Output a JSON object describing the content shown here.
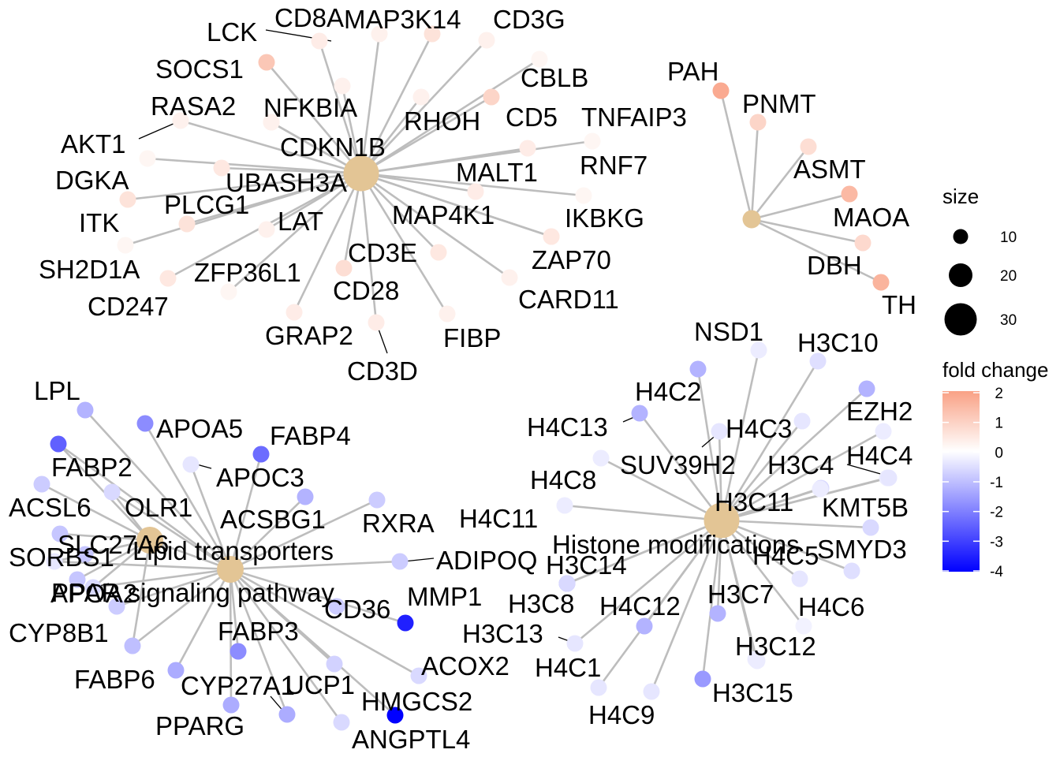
{
  "colors": {
    "edge": "#bdbdbd",
    "hub": "#e3c595",
    "scale_low": "#0000ff",
    "scale_mid": "#ffffff",
    "scale_high": "#f9a185"
  },
  "nodes": [
    {
      "id": "tcr",
      "label": "",
      "hub": true,
      "size": 30
    },
    {
      "id": "cat",
      "label": "",
      "hub": true,
      "size": 10
    },
    {
      "id": "lip",
      "label": "Lipid transporters",
      "hub": true,
      "size": 20
    },
    {
      "id": "ppar",
      "label": "PPAR signaling pathway",
      "hub": true,
      "size": 20
    },
    {
      "id": "hist",
      "label": "Histone modifications",
      "hub": true,
      "size": 30
    },
    {
      "id": "LCK",
      "label": "LCK",
      "fc": 0.4
    },
    {
      "id": "CD8A",
      "label": "CD8A",
      "fc": 0.3
    },
    {
      "id": "MAP3K14",
      "label": "MAP3K14",
      "fc": 0.6
    },
    {
      "id": "CD3G",
      "label": "CD3G",
      "fc": 0.3
    },
    {
      "id": "SOCS1",
      "label": "SOCS1",
      "fc": 1.2
    },
    {
      "id": "NFKBIA",
      "label": "NFKBIA",
      "fc": 0.3
    },
    {
      "id": "CBLB",
      "label": "CBLB",
      "fc": 0.2
    },
    {
      "id": "RASA2",
      "label": "RASA2",
      "fc": 0.3
    },
    {
      "id": "RHOH",
      "label": "RHOH",
      "fc": 0.3
    },
    {
      "id": "CD5",
      "label": "CD5",
      "fc": 0.9
    },
    {
      "id": "TNFAIP3",
      "label": "TNFAIP3",
      "fc": 0.4
    },
    {
      "id": "AKT1",
      "label": "AKT1",
      "fc": 0.3
    },
    {
      "id": "CDKN1B",
      "label": "CDKN1B",
      "fc": 0.3
    },
    {
      "id": "DGKA",
      "label": "DGKA",
      "fc": 0.2
    },
    {
      "id": "UBASH3A",
      "label": "UBASH3A",
      "fc": 0.5
    },
    {
      "id": "RNF7",
      "label": "RNF7",
      "fc": 0.2
    },
    {
      "id": "MALT1",
      "label": "MALT1",
      "fc": 0.4
    },
    {
      "id": "ITK",
      "label": "ITK",
      "fc": 0.6
    },
    {
      "id": "PLCG1",
      "label": "PLCG1",
      "fc": 0.6
    },
    {
      "id": "LAT",
      "label": "LAT",
      "fc": 0.3
    },
    {
      "id": "IKBKG",
      "label": "IKBKG",
      "fc": 0.2
    },
    {
      "id": "MAP4K1",
      "label": "MAP4K1",
      "fc": 0.5
    },
    {
      "id": "SH2D1A",
      "label": "SH2D1A",
      "fc": 0.2
    },
    {
      "id": "ZAP70",
      "label": "ZAP70",
      "fc": 0.5
    },
    {
      "id": "CD3E",
      "label": "CD3E",
      "fc": 0.5
    },
    {
      "id": "ZFP36L1",
      "label": "ZFP36L1",
      "fc": 0.2
    },
    {
      "id": "CD247",
      "label": "CD247",
      "fc": 0.5
    },
    {
      "id": "CD28",
      "label": "CD28",
      "fc": 0.7
    },
    {
      "id": "CARD11",
      "label": "CARD11",
      "fc": 0.3
    },
    {
      "id": "GRAP2",
      "label": "GRAP2",
      "fc": 0.4
    },
    {
      "id": "FIBP",
      "label": "FIBP",
      "fc": 0.3
    },
    {
      "id": "CD3D",
      "label": "CD3D",
      "fc": 0.4
    },
    {
      "id": "PAH",
      "label": "PAH",
      "fc": 1.8
    },
    {
      "id": "PNMT",
      "label": "PNMT",
      "fc": 0.9
    },
    {
      "id": "ASMT",
      "label": "ASMT",
      "fc": 0.7
    },
    {
      "id": "MAOA",
      "label": "MAOA",
      "fc": 1.5
    },
    {
      "id": "DBH",
      "label": "DBH",
      "fc": 0.8
    },
    {
      "id": "TH",
      "label": "TH",
      "fc": 1.6
    },
    {
      "id": "LPL",
      "label": "LPL",
      "fc": -1.2
    },
    {
      "id": "APOA5",
      "label": "APOA5",
      "fc": -1.8
    },
    {
      "id": "FABP4",
      "label": "FABP4",
      "fc": -2.3
    },
    {
      "id": "FABP2",
      "label": "FABP2",
      "fc": -2.5
    },
    {
      "id": "APOC3",
      "label": "APOC3",
      "fc": -0.4
    },
    {
      "id": "ACSL6",
      "label": "ACSL6",
      "fc": -0.8
    },
    {
      "id": "OLR1",
      "label": "OLR1",
      "fc": -0.6
    },
    {
      "id": "ACSBG1",
      "label": "ACSBG1",
      "fc": -1.2
    },
    {
      "id": "RXRA",
      "label": "RXRA",
      "fc": -0.8
    },
    {
      "id": "SLC27A6",
      "label": "SLC27A6",
      "fc": -0.9
    },
    {
      "id": "SORBS1",
      "label": "SORBS1",
      "fc": -0.4
    },
    {
      "id": "ADIPOQ",
      "label": "ADIPOQ",
      "fc": -0.8
    },
    {
      "id": "APOA2",
      "label": "APOA2",
      "fc": -0.6
    },
    {
      "id": "MMP1",
      "label": "MMP1",
      "fc": -3.5
    },
    {
      "id": "CD36",
      "label": "CD36",
      "fc": -0.8
    },
    {
      "id": "CYP8B1",
      "label": "CYP8B1",
      "fc": -1.0
    },
    {
      "id": "FABP3",
      "label": "FABP3",
      "fc": -1.8
    },
    {
      "id": "ACOX2",
      "label": "ACOX2",
      "fc": -0.6
    },
    {
      "id": "FABP6",
      "label": "FABP6",
      "fc": -1.3
    },
    {
      "id": "CYP27A1",
      "label": "CYP27A1",
      "fc": -1.3
    },
    {
      "id": "UCP1",
      "label": "UCP1",
      "fc": -0.7
    },
    {
      "id": "HMGCS2",
      "label": "HMGCS2",
      "fc": -4.0
    },
    {
      "id": "PPARG",
      "label": "PPARG",
      "fc": -1.3
    },
    {
      "id": "ANGPTL4",
      "label": "ANGPTL4",
      "fc": -0.6
    },
    {
      "id": "APOC2x",
      "label": "",
      "fc": -0.8
    },
    {
      "id": "APOA1x",
      "label": "",
      "fc": -0.9
    },
    {
      "id": "PLINx",
      "label": "",
      "fc": -0.9
    },
    {
      "id": "NSD1",
      "label": "NSD1",
      "fc": -0.3
    },
    {
      "id": "H3C10",
      "label": "H3C10",
      "fc": -0.5
    },
    {
      "id": "H4C2",
      "label": "H4C2",
      "fc": -1.2
    },
    {
      "id": "H4C13",
      "label": "H4C13",
      "fc": -1.2
    },
    {
      "id": "H4C3",
      "label": "H4C3",
      "fc": -0.4
    },
    {
      "id": "EZH2",
      "label": "EZH2",
      "fc": -1.2
    },
    {
      "id": "H4C8",
      "label": "H4C8",
      "fc": -0.3
    },
    {
      "id": "SUV39H2",
      "label": "SUV39H2",
      "fc": -0.4
    },
    {
      "id": "H3C4",
      "label": "H3C4",
      "fc": -0.6
    },
    {
      "id": "H4C4",
      "label": "H4C4",
      "fc": -0.3
    },
    {
      "id": "H3C11",
      "label": "H3C11",
      "fc": -0.3
    },
    {
      "id": "H4C11",
      "label": "H4C11",
      "fc": -0.3
    },
    {
      "id": "KMT5B",
      "label": "KMT5B",
      "fc": -0.6
    },
    {
      "id": "H4C5",
      "label": "H4C5",
      "fc": -0.4
    },
    {
      "id": "SMYD3",
      "label": "SMYD3",
      "fc": -0.5
    },
    {
      "id": "H3C14",
      "label": "H3C14",
      "fc": -1.6
    },
    {
      "id": "H3C8",
      "label": "H3C8",
      "fc": -0.6
    },
    {
      "id": "H4C12",
      "label": "H4C12",
      "fc": -1.2
    },
    {
      "id": "H3C7",
      "label": "H3C7",
      "fc": -1.2
    },
    {
      "id": "H4C6",
      "label": "H4C6",
      "fc": -0.2
    },
    {
      "id": "H3C13",
      "label": "H3C13",
      "fc": -0.4
    },
    {
      "id": "H4C1",
      "label": "H4C1",
      "fc": -0.4
    },
    {
      "id": "H3C12",
      "label": "H3C12",
      "fc": -0.3
    },
    {
      "id": "H3C15",
      "label": "H3C15",
      "fc": -1.6
    },
    {
      "id": "H4C9",
      "label": "H4C9",
      "fc": -0.4
    },
    {
      "id": "H2x1",
      "label": "",
      "fc": -0.4
    },
    {
      "id": "H2x2",
      "label": "",
      "fc": -0.3
    },
    {
      "id": "H2x3",
      "label": "",
      "fc": -0.3
    }
  ],
  "edges": [
    [
      "tcr",
      "LCK"
    ],
    [
      "tcr",
      "CD8A"
    ],
    [
      "tcr",
      "MAP3K14"
    ],
    [
      "tcr",
      "CD3G"
    ],
    [
      "tcr",
      "SOCS1"
    ],
    [
      "tcr",
      "NFKBIA"
    ],
    [
      "tcr",
      "CBLB"
    ],
    [
      "tcr",
      "RASA2"
    ],
    [
      "tcr",
      "RHOH"
    ],
    [
      "tcr",
      "CD5"
    ],
    [
      "tcr",
      "TNFAIP3"
    ],
    [
      "tcr",
      "AKT1"
    ],
    [
      "tcr",
      "CDKN1B"
    ],
    [
      "tcr",
      "DGKA"
    ],
    [
      "tcr",
      "UBASH3A"
    ],
    [
      "tcr",
      "RNF7"
    ],
    [
      "tcr",
      "MALT1"
    ],
    [
      "tcr",
      "ITK"
    ],
    [
      "tcr",
      "PLCG1"
    ],
    [
      "tcr",
      "LAT"
    ],
    [
      "tcr",
      "IKBKG"
    ],
    [
      "tcr",
      "MAP4K1"
    ],
    [
      "tcr",
      "SH2D1A"
    ],
    [
      "tcr",
      "ZAP70"
    ],
    [
      "tcr",
      "CD3E"
    ],
    [
      "tcr",
      "ZFP36L1"
    ],
    [
      "tcr",
      "CD247"
    ],
    [
      "tcr",
      "CD28"
    ],
    [
      "tcr",
      "CARD11"
    ],
    [
      "tcr",
      "GRAP2"
    ],
    [
      "tcr",
      "FIBP"
    ],
    [
      "tcr",
      "CD3D"
    ],
    [
      "cat",
      "PAH"
    ],
    [
      "cat",
      "PNMT"
    ],
    [
      "cat",
      "ASMT"
    ],
    [
      "cat",
      "MAOA"
    ],
    [
      "cat",
      "DBH"
    ],
    [
      "cat",
      "TH"
    ],
    [
      "lip",
      "LPL"
    ],
    [
      "lip",
      "APOA5"
    ],
    [
      "lip",
      "FABP4"
    ],
    [
      "lip",
      "APOC3"
    ],
    [
      "lip",
      "ACSBG1"
    ],
    [
      "lip",
      "RXRA"
    ],
    [
      "lip",
      "ADIPOQ"
    ],
    [
      "lip",
      "MMP1"
    ],
    [
      "lip",
      "FABP3"
    ],
    [
      "lip",
      "CYP27A1"
    ],
    [
      "lip",
      "UCP1"
    ],
    [
      "lip",
      "HMGCS2"
    ],
    [
      "lip",
      "PPARG"
    ],
    [
      "lip",
      "ANGPTL4"
    ],
    [
      "lip",
      "ACOX2"
    ],
    [
      "lip",
      "CYP8B1"
    ],
    [
      "lip",
      "FABP6"
    ],
    [
      "lip",
      "APOA2"
    ],
    [
      "lip",
      "SORBS1"
    ],
    [
      "lip",
      "FABP2"
    ],
    [
      "lip",
      "OLR1"
    ],
    [
      "lip",
      "APOC2x"
    ],
    [
      "lip",
      "ppar"
    ],
    [
      "ppar",
      "FABP2"
    ],
    [
      "ppar",
      "ACSL6"
    ],
    [
      "ppar",
      "OLR1"
    ],
    [
      "ppar",
      "SORBS1"
    ],
    [
      "ppar",
      "APOA2"
    ],
    [
      "ppar",
      "APOA1x"
    ],
    [
      "ppar",
      "PLINx"
    ],
    [
      "ppar",
      "SLC27A6"
    ],
    [
      "ppar",
      "CYP8B1"
    ],
    [
      "hist",
      "NSD1"
    ],
    [
      "hist",
      "H3C10"
    ],
    [
      "hist",
      "H4C2"
    ],
    [
      "hist",
      "H4C13"
    ],
    [
      "hist",
      "H4C3"
    ],
    [
      "hist",
      "EZH2"
    ],
    [
      "hist",
      "H4C8"
    ],
    [
      "hist",
      "SUV39H2"
    ],
    [
      "hist",
      "H3C4"
    ],
    [
      "hist",
      "H4C4"
    ],
    [
      "hist",
      "H3C11"
    ],
    [
      "hist",
      "H4C11"
    ],
    [
      "hist",
      "KMT5B"
    ],
    [
      "hist",
      "H4C5"
    ],
    [
      "hist",
      "SMYD3"
    ],
    [
      "hist",
      "H3C14"
    ],
    [
      "hist",
      "H3C8"
    ],
    [
      "hist",
      "H4C12"
    ],
    [
      "hist",
      "H3C7"
    ],
    [
      "hist",
      "H4C6"
    ],
    [
      "hist",
      "H3C13"
    ],
    [
      "hist",
      "H4C1"
    ],
    [
      "hist",
      "H3C12"
    ],
    [
      "hist",
      "H3C15"
    ],
    [
      "hist",
      "H4C9"
    ],
    [
      "hist",
      "H2x1"
    ],
    [
      "hist",
      "H2x2"
    ],
    [
      "hist",
      "H2x3"
    ]
  ],
  "legend": {
    "size_title": "size",
    "size_items": [
      {
        "label": "10",
        "value": 10
      },
      {
        "label": "20",
        "value": 20
      },
      {
        "label": "30",
        "value": 30
      }
    ],
    "color_title": "fold change",
    "color_ticks": [
      {
        "label": "2",
        "value": 2
      },
      {
        "label": "1",
        "value": 1
      },
      {
        "label": "0",
        "value": 0
      },
      {
        "label": "-1",
        "value": -1
      },
      {
        "label": "-2",
        "value": -2
      },
      {
        "label": "-3",
        "value": -3
      },
      {
        "label": "-4",
        "value": -4
      }
    ],
    "color_range": [
      -4,
      2
    ]
  }
}
